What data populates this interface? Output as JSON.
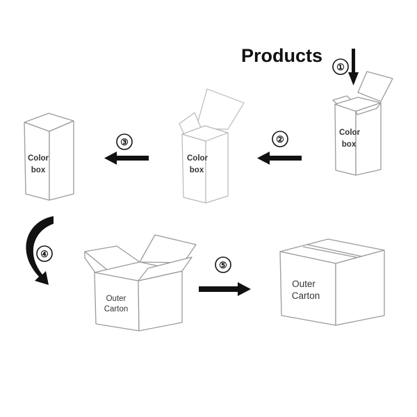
{
  "title": "Products",
  "steps": [
    "①",
    "②",
    "③",
    "④",
    "⑤"
  ],
  "boxes": {
    "color_box_open": {
      "line1": "Color",
      "line2": "box"
    },
    "color_box_middle": {
      "line1": "Color",
      "line2": "box"
    },
    "color_box_closed": {
      "line1": "Color",
      "line2": "box"
    },
    "carton_open": {
      "line1": "Outer",
      "line2": "Carton"
    },
    "carton_closed": {
      "line1": "Outer",
      "line2": "Carton"
    }
  },
  "colors": {
    "ink": "#111111",
    "outline": "#9a9a9a"
  }
}
